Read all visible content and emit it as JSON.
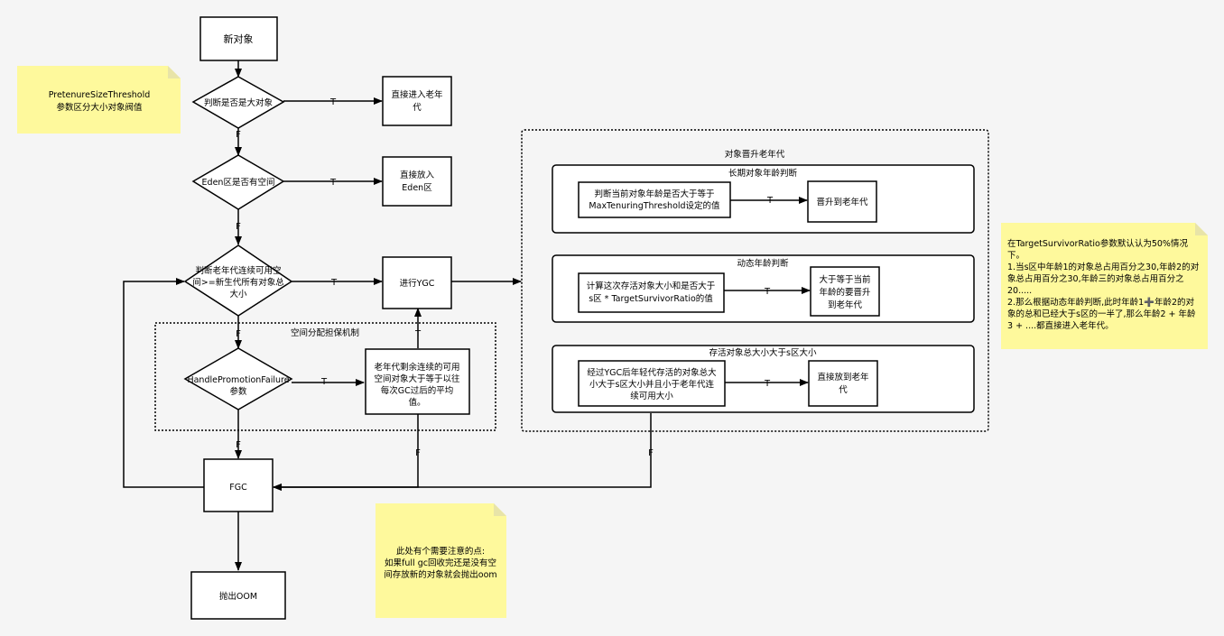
{
  "nodes": {
    "new_object": "新对象",
    "is_large": "判断是否是大对象",
    "to_old_direct": [
      "直接进入老年",
      "代"
    ],
    "eden_space": "Eden区是否有空间",
    "to_eden": [
      "直接放入",
      "Eden区"
    ],
    "old_check": [
      "判断老年代连续可用空",
      "间>=新生代所有对象总",
      "大小"
    ],
    "ygc": "进行YGC",
    "handle_promotion": [
      "HandlePromotionFailure",
      "参数"
    ],
    "avg_check": [
      "老年代剩余连续的可用",
      "空间对象大于等于以往",
      "每次GC过后的平均",
      "值。"
    ],
    "fgc": "FGC",
    "oom": "抛出OOM"
  },
  "groups": {
    "guarantee": "空间分配担保机制",
    "promotion": "对象晋升老年代",
    "long_term": "长期对象年龄判断",
    "dynamic_age": "动态年龄判断",
    "survivor_size": "存活对象总大小大于s区大小"
  },
  "promotion_nodes": {
    "age_check": [
      "判断当前对象年龄是否大于等于",
      "MaxTenuringThreshold设定的值"
    ],
    "promote": "晋升到老年代",
    "calc_size": [
      "计算这次存活对象大小和是否大于",
      "s区 * TargetSurvivorRatio的值"
    ],
    "older_promote": [
      "大于等于当前",
      "年龄的要晋升",
      "到老年代"
    ],
    "after_ygc": [
      "经过YGC后年轻代存活的对象总大",
      "小大于s区大小并且小于老年代连",
      "续可用大小"
    ],
    "direct_old": [
      "直接放到老年",
      "代"
    ]
  },
  "edge_labels": {
    "true": "T",
    "false": "F"
  },
  "notes": {
    "pretenure": [
      "PretenureSizeThreshold",
      "参数区分大小对象阀值"
    ],
    "ratio": [
      "在TargetSurvivorRatio参数默认认为50%情况",
      "下。",
      "1.当s区中年龄1的对象总占用百分之30,年龄2的对",
      "象总占用百分之30,年龄三的对象总占用百分之",
      "20.....",
      "2.那么根据动态年龄判断,此时年龄1➕年龄2的对",
      "象的总和已经大于s区的一半了,那么年龄2 + 年龄",
      "3 + ....都直接进入老年代。"
    ],
    "fullgc": [
      "此处有个需要注意的点:",
      "如果full gc回收完还是没有空",
      "间存放新的对象就会抛出oom"
    ]
  },
  "colors": {
    "note": "#fef99c",
    "background": "#f5f5f5",
    "stroke": "#000000"
  }
}
